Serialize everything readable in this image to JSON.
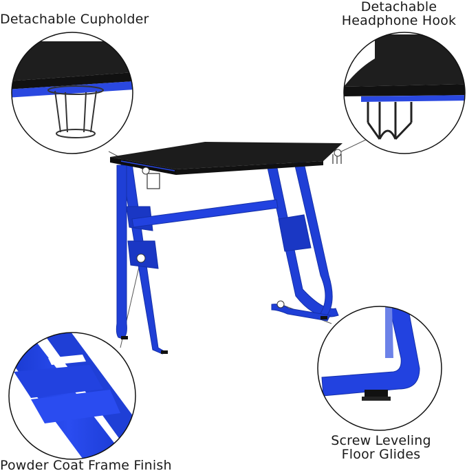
{
  "labels": {
    "cupholder": "Detachable Cupholder",
    "headphone_line1": "Detachable",
    "headphone_line2": "Headphone Hook",
    "frame_finish": "Powder Coat Frame Finish",
    "glides_line1": "Screw Leveling",
    "glides_line2": "Floor Glides"
  },
  "colors": {
    "frame_blue": "#1f3fd6",
    "frame_shadow": "#16309e",
    "desktop_black": "#1c1c1c",
    "accent_blue_strip": "#2a48e0",
    "background": "#ffffff"
  },
  "insets": [
    {
      "name": "cupholder-detail",
      "feature": "Detachable Cupholder"
    },
    {
      "name": "headphone-hook-detail",
      "feature": "Detachable Headphone Hook"
    },
    {
      "name": "frame-finish-detail",
      "feature": "Powder Coat Frame Finish"
    },
    {
      "name": "floor-glide-detail",
      "feature": "Screw Leveling Floor Glides"
    }
  ]
}
